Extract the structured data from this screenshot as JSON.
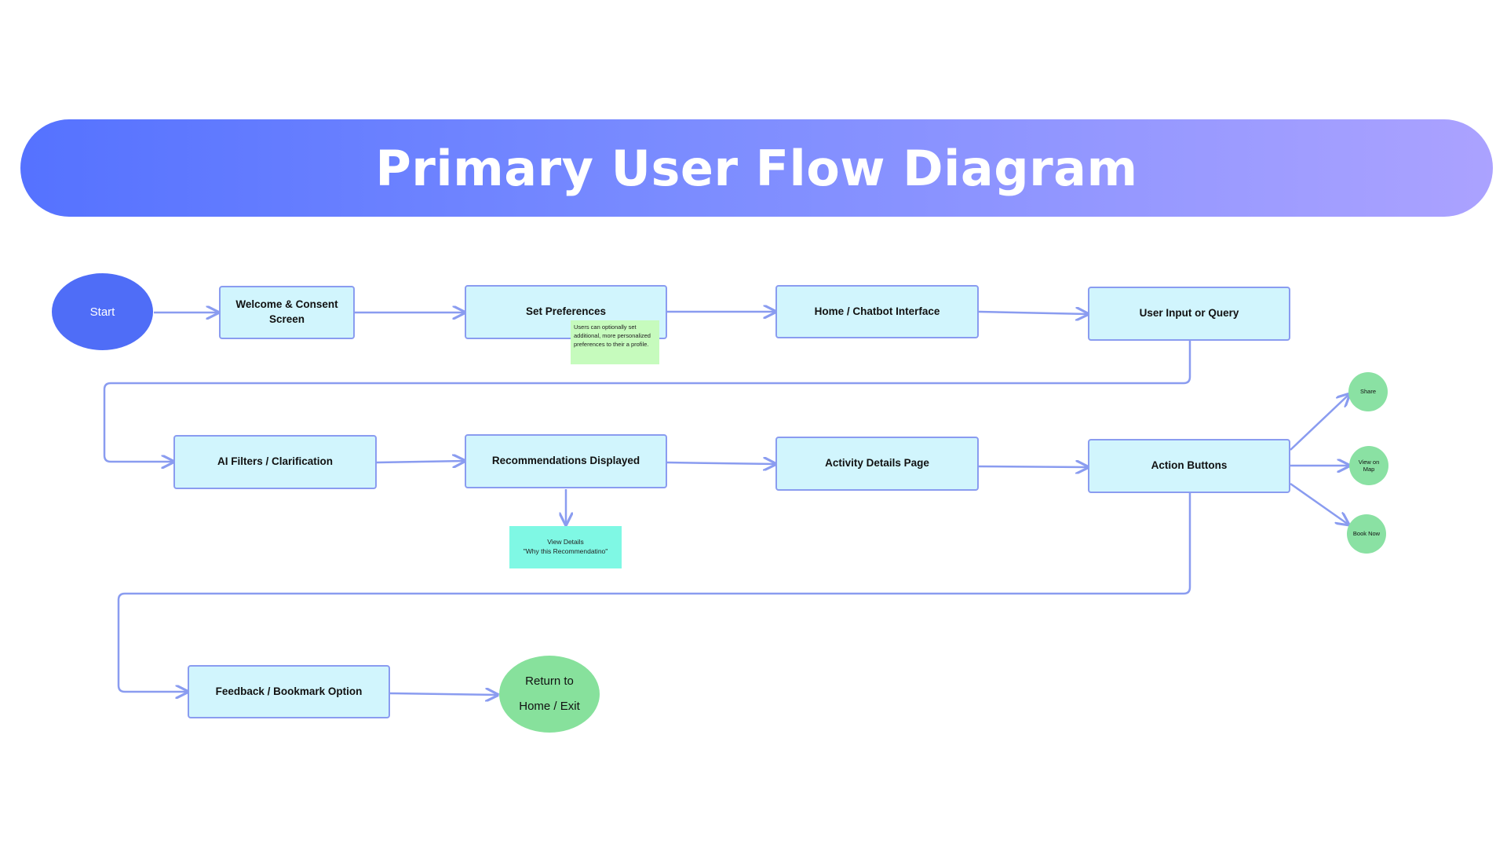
{
  "title": "Primary User Flow Diagram",
  "nodes": {
    "start": "Start",
    "welcome_line1": "Welcome & Consent",
    "welcome_line2": "Screen",
    "preferences": "Set Preferences",
    "home_chatbot": "Home / Chatbot Interface",
    "user_input": "User Input or Query",
    "ai_filters": "AI Filters / Clarification",
    "recommendations": "Recommendations Displayed",
    "activity_details": "Activity Details Page",
    "action_buttons": "Action Buttons",
    "feedback": "Feedback / Bookmark Option",
    "end_line1": "Return to",
    "end_line2": "Home / Exit"
  },
  "actions": {
    "share": "Share",
    "view_map_line1": "View on",
    "view_map_line2": "Map",
    "book_now": "Book Now"
  },
  "notes": {
    "preferences_note": "Users can optionally set additional, more personalized preferences to their a profile.",
    "view_details_line1": "View Details",
    "view_details_line2": "\"Why this Recommendatino\""
  },
  "colors": {
    "banner_start": "#5572ff",
    "banner_end": "#aba2ff",
    "box_fill": "#d1f5fd",
    "box_border": "#8a9cf0",
    "start_fill": "#4f6df7",
    "end_fill": "#87e19c",
    "connector": "#8a9cf0"
  }
}
